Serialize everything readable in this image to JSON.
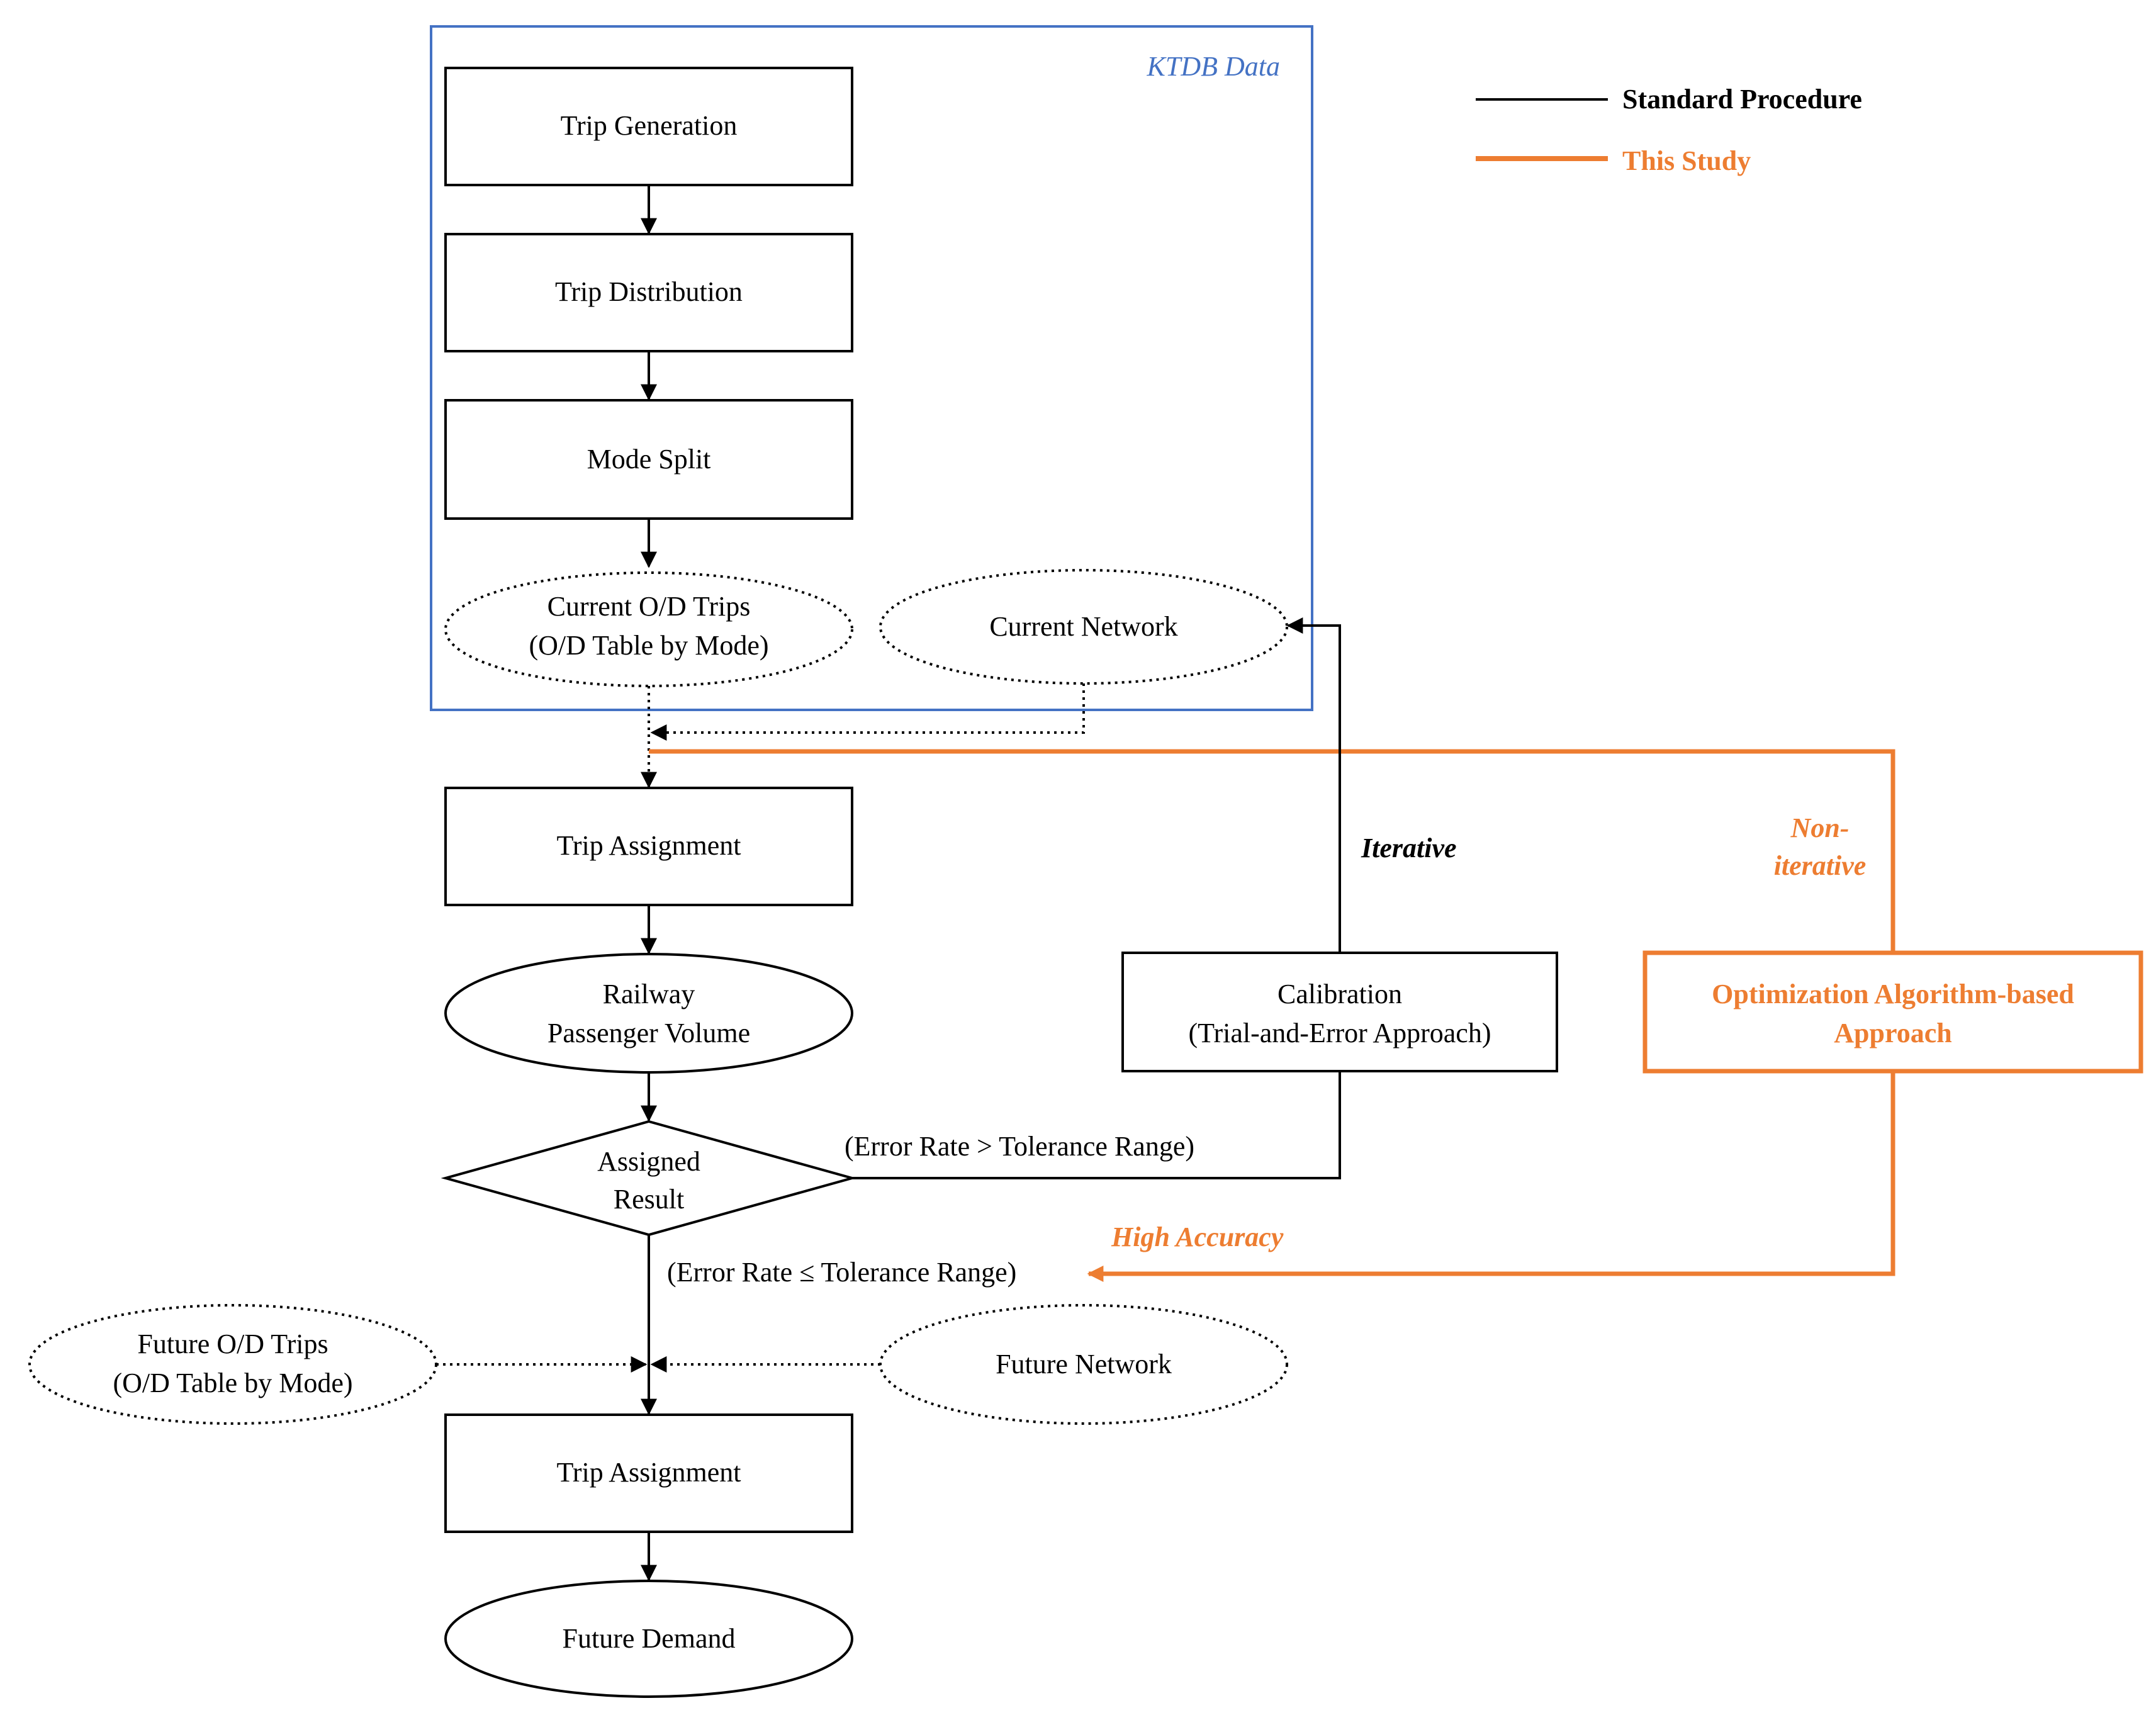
{
  "ktdb_label": "KTDB Data",
  "legend": {
    "standard": "Standard Procedure",
    "this_study": "This Study"
  },
  "colors": {
    "standard": "#000000",
    "this_study": "#ED7D31",
    "ktdb": "#4472C4"
  },
  "nodes": {
    "trip_generation": "Trip Generation",
    "trip_distribution": "Trip Distribution",
    "mode_split": "Mode Split",
    "current_od_line1": "Current O/D Trips",
    "current_od_line2": "(O/D Table by Mode)",
    "current_network": "Current Network",
    "trip_assignment_1": "Trip Assignment",
    "railway_line1": "Railway",
    "railway_line2": "Passenger Volume",
    "assigned_line1": "Assigned",
    "assigned_line2": "Result",
    "calibration_line1": "Calibration",
    "calibration_line2": "(Trial-and-Error Approach)",
    "optimization_line1": "Optimization Algorithm-based",
    "optimization_line2": "Approach",
    "future_od_line1": "Future O/D Trips",
    "future_od_line2": "(O/D Table by Mode)",
    "future_network": "Future Network",
    "trip_assignment_2": "Trip Assignment",
    "future_demand": "Future Demand"
  },
  "edge_labels": {
    "iterative": "Iterative",
    "non_iterative_line1": "Non-",
    "non_iterative_line2": "iterative",
    "error_gt": "(Error Rate > Tolerance Range)",
    "error_le": "(Error Rate ≤ Tolerance Range)",
    "high_accuracy": "High Accuracy"
  }
}
